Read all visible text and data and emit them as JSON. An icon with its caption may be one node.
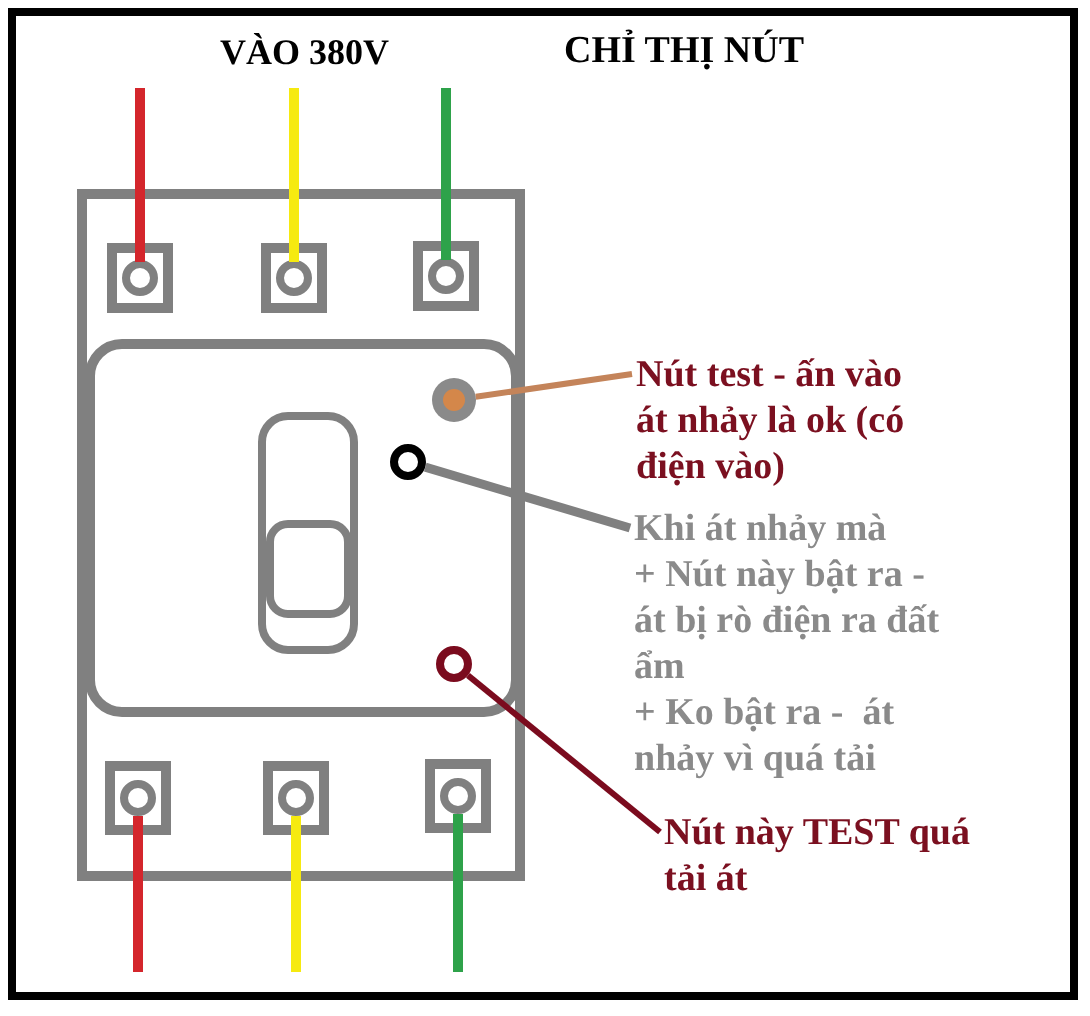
{
  "diagram": {
    "title": "CHỈ THỊ NÚT",
    "nodes": [
      {
        "text": [
          "Nút test - ấn vào át nhảy là ok (có điện vào)"
        ]
      },
      {
        "text": [],
        "shape": "circle"
      },
      {
        "text": [
          "Khi át nhảy mà",
          "+ Nút này bật ra - át bị rò điện ra đất ẩm",
          "+ Ko bật ra -  át nhảy vì quá tải"
        ]
      },
      {
        "text": [],
        "shape": "circle"
      },
      {
        "text": [
          "Nút này TEST quá tải át"
        ]
      },
      {
        "text": [],
        "shape": "circle"
      }
    ],
    "edges": [
      {
        "from": 0,
        "to": 1,
        "arrow": "none",
        "color": "#c4845a"
      },
      {
        "from": 2,
        "to": 3,
        "arrow": "none",
        "color": "#808080"
      },
      {
        "from": 4,
        "to": 5,
        "arrow": "none",
        "color": "#7b0b1e"
      }
    ],
    "labels": [
      "VÀO 380V"
    ]
  }
}
